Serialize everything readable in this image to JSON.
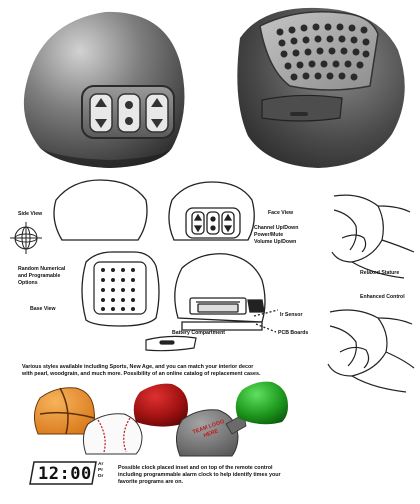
{
  "labels": {
    "side_view": "Side View",
    "face_view": "Face View",
    "channel_updown": "Channel Up/Down",
    "power_mute": "Power/Mute",
    "volume_updown": "Volume Up/Down",
    "random_numerical_1": "Random Numerical",
    "random_numerical_2": "and Programable",
    "random_numerical_3": "Options",
    "base_view": "Base View",
    "relaxed_stature": "Relaxed Stature",
    "enhanced_control": "Enhanced Control",
    "ir_sensor": "Ir Sensor",
    "pcb_boards": "PCB Boards",
    "battery_compartment": "Battery Compartment"
  },
  "paragraphs": {
    "styles_line1": "Various styles available including Sports, New Age, and you can match your interior decor",
    "styles_line2": "with pearl, woodgrain, and much more. Possibility of an online catalog of replacement cases.",
    "clock_line1": "Possible clock placed inset and on top of the remote control",
    "clock_line2": "including programmable alarm clock to help identify times your",
    "clock_line3": "favorite programs are on."
  },
  "team_logo": [
    "TEAM LOGO",
    "HERE"
  ],
  "clock": {
    "time": "12:00",
    "suffixes": [
      "Ar",
      "Pr",
      "Dr"
    ]
  },
  "colors": {
    "basketball": "#e8932a",
    "red_case": "#b01818",
    "green_case": "#1f9a1f",
    "shell_dark": "#555555"
  }
}
